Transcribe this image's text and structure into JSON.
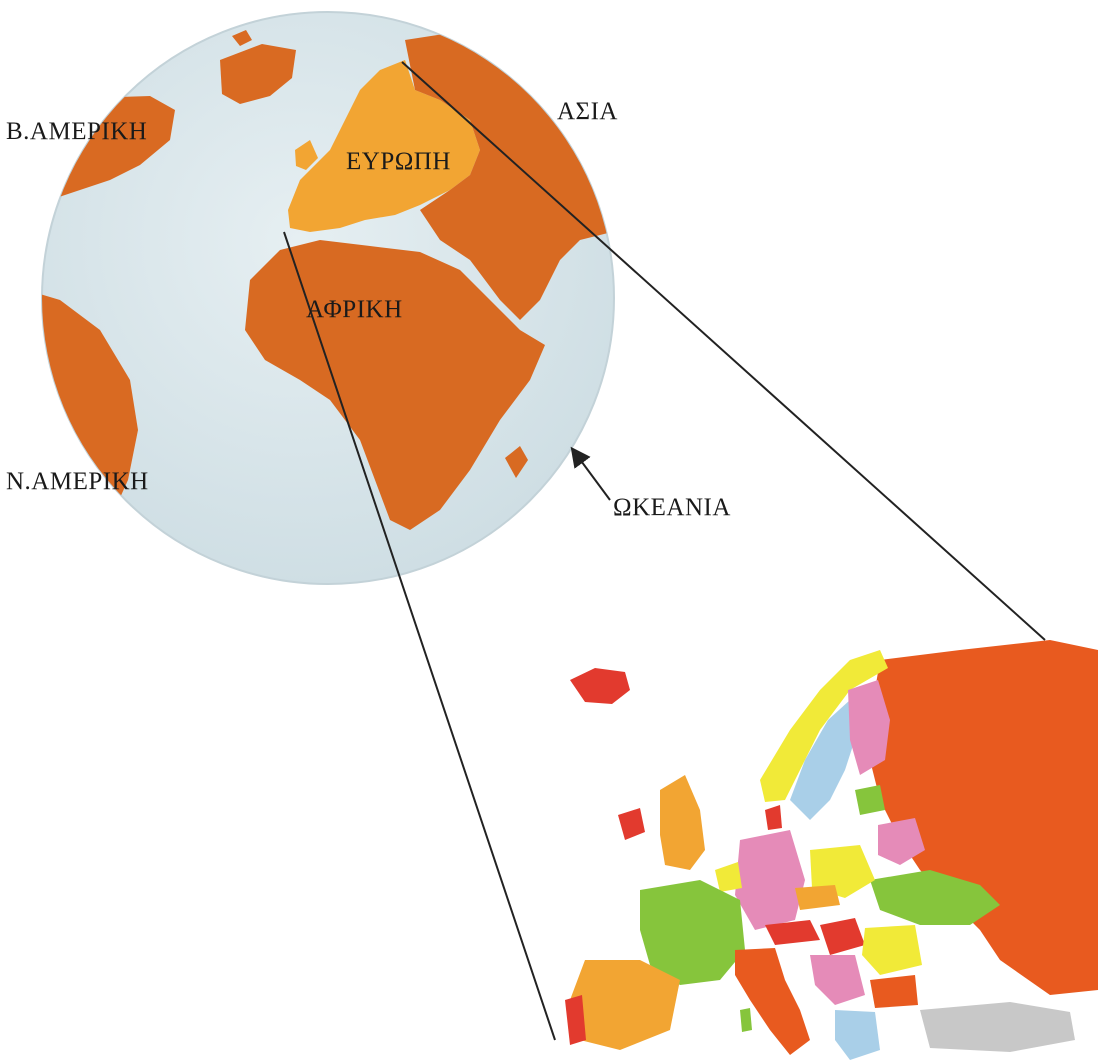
{
  "labels": {
    "north_america": "Β.ΑΜΕΡΙΚΗ",
    "europe": "ΕΥΡΩΠΗ",
    "asia": "ΑΣΙΑ",
    "africa": "ΑΦΡΙΚΗ",
    "south_america": "Ν.ΑΜΕΡΙΚΗ",
    "oceania": "ΩΚΕΑΝΙΑ"
  },
  "colors": {
    "ocean": "#dde9ee",
    "land": "#d86a22",
    "europe_highlight": "#f2a533",
    "russia": "#e85a1f",
    "green": "#86c53c",
    "yellow": "#f1ea38",
    "pink": "#e58bb8",
    "light_blue": "#a9cfe8",
    "red": "#e23a2e",
    "gray": "#c8c8c8"
  }
}
